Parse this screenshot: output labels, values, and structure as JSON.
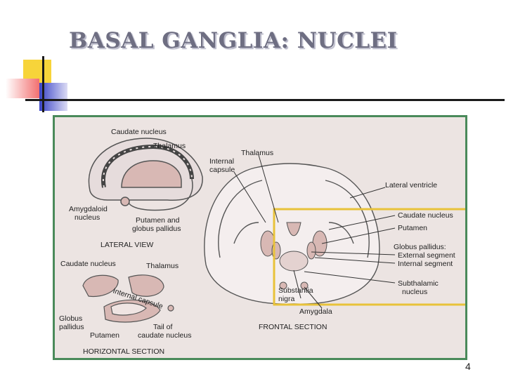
{
  "slide": {
    "title": "BASAL GANGLIA: NUCLEI",
    "page_number": "4"
  },
  "figure": {
    "lateral_view": {
      "caption": "LATERAL VIEW",
      "labels": {
        "caudate": "Caudate nucleus",
        "thalamus": "Thalamus",
        "amygdaloid_1": "Amygdaloid",
        "amygdaloid_2": "nucleus",
        "putamen_1": "Putamen and",
        "putamen_2": "globus pallidus"
      }
    },
    "horizontal_section": {
      "caption": "HORIZONTAL SECTION",
      "labels": {
        "caudate": "Caudate nucleus",
        "thalamus": "Thalamus",
        "internal_capsule": "Internal capsule",
        "globus_1": "Globus",
        "globus_2": "pallidus",
        "putamen": "Putamen",
        "tail_1": "Tail of",
        "tail_2": "caudate nucleus"
      }
    },
    "frontal_section": {
      "caption": "FRONTAL SECTION",
      "labels": {
        "thalamus": "Thalamus",
        "internal_1": "Internal",
        "internal_2": "capsule",
        "lateral_ventricle": "Lateral ventricle",
        "caudate": "Caudate nucleus",
        "putamen": "Putamen",
        "globus": "Globus pallidus:",
        "external": "External segment",
        "internal_seg": "Internal segment",
        "subthalamic_1": "Subthalamic",
        "subthalamic_2": "nucleus",
        "substantia_1": "Substantia",
        "substantia_2": "nigra",
        "amygdala": "Amygdala"
      }
    },
    "colors": {
      "frame": "#4a8a5a",
      "highlight_box": "#e8c23a",
      "nucleus_fill": "#d8b8b4",
      "outline": "#555555"
    }
  }
}
